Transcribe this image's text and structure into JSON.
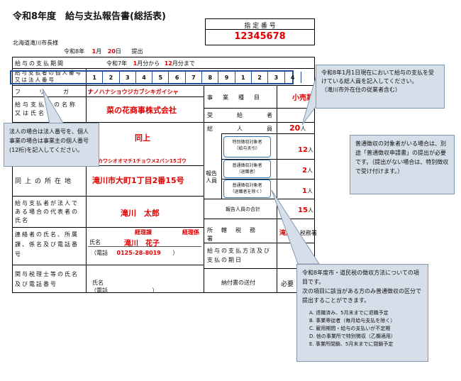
{
  "header": {
    "title": "令和8年度　給与支払報告書(総括表)",
    "recipient": "北海道滝川市長様",
    "submit_era": "令和8年",
    "submit_month": "1",
    "month_unit": "月",
    "submit_day": "20",
    "day_unit": "日",
    "submit_word": "提出"
  },
  "designation": {
    "label": "指 定 番 号",
    "value": "12345678"
  },
  "period": {
    "label": "給与の支払期間",
    "text_prefix": "令和7年",
    "from_month": "1",
    "from_suffix": "月分から",
    "to_month": "12",
    "to_suffix": "月分まで"
  },
  "corp_number": {
    "label": "給与支払者の個人番号又は法人番号",
    "digits": [
      "1",
      "2",
      "3",
      "4",
      "5",
      "6",
      "7",
      "8",
      "9",
      "1",
      "2",
      "3",
      "4"
    ]
  },
  "furigana": {
    "label": "フリガナ",
    "value": "ナノハナショウジカブシキガイシャ"
  },
  "payer_name": {
    "label": "給与支払者の名称又は氏名",
    "value": "菜の花商事株式会社"
  },
  "address_row": {
    "label_hidden": "",
    "value": "同上",
    "kana": "タキカワシオオマチ1チョウメ2バン15ゴウ"
  },
  "location": {
    "label": "同上の所在地",
    "value": "滝川市大町1丁目2番15号"
  },
  "representative": {
    "label": "給与支払者が法人である場合の代表者の氏名",
    "value": "滝川　太郎"
  },
  "contact": {
    "label": "連絡者の氏名、所属課、係名及び電話番号",
    "dept": "経理課",
    "dept_right": "経理係",
    "name_label": "氏名",
    "name": "滝川　花子",
    "tel_label": "（電話",
    "tel": "0125-28-8019",
    "tel_close": "）"
  },
  "tax_accountant": {
    "label": "関与税理士等の氏名及び電話番号",
    "name_label": "氏名",
    "tel_label": "（電話",
    "tel_close": "）"
  },
  "right_table": {
    "business_label": "事業種目",
    "business_value": "小売業",
    "recipients_label": "受給者",
    "total_label": "総人員",
    "total_value": "20",
    "person_unit": "人",
    "report_label": "報告人員",
    "special_label": "特別徴収対象者",
    "special_sub": "（給与天引）",
    "special_value": "12",
    "normal_retired_label": "普通徴収対象者",
    "normal_retired_sub": "（退職者）",
    "normal_retired_value": "2",
    "normal_other_label": "普通徴収対象者",
    "normal_other_sub": "（退職者を除く）",
    "normal_other_value": "1",
    "report_total_label": "報告人員の合計",
    "report_total_value": "15",
    "tax_office_label": "所轄税務署",
    "tax_office_value": "滝川",
    "tax_office_suffix": "税務署",
    "payment_label": "給与の支払方法及び支払の期日",
    "send_label": "納付書の送付",
    "send_value": "必要"
  },
  "callouts": {
    "top": "令和8年1月1日現在において給与の支払を受けている総人員を記入してください。\n（滝川市外在住の従業者含む）",
    "left": "法人の場合は法人番号を、個人事業の場合は事業主の個人番号(12桁)を記入してください。",
    "right": "普通徴収の対象者がいる場合は、別途「普通徴収申請書」の提出が必要です。（提出がない場合は、特別徴収で受け付けます。）",
    "bottom_intro": "令和8年度市・道民税の徴収方法についての項目です。\n次の項目に該当がある方のみ普通徴収の区分で提出することができます。",
    "bottom_items": [
      "A. 退職済み、5月末までに退職予定",
      "B. 事業専従者（毎月給与支払を除く）",
      "C. 雇用期間・給与の支払いが不定期",
      "D. 他の事業所で特別徴収（乙欄適用）",
      "E. 事業所閉鎖、5月末までに閉鎖予定"
    ]
  }
}
